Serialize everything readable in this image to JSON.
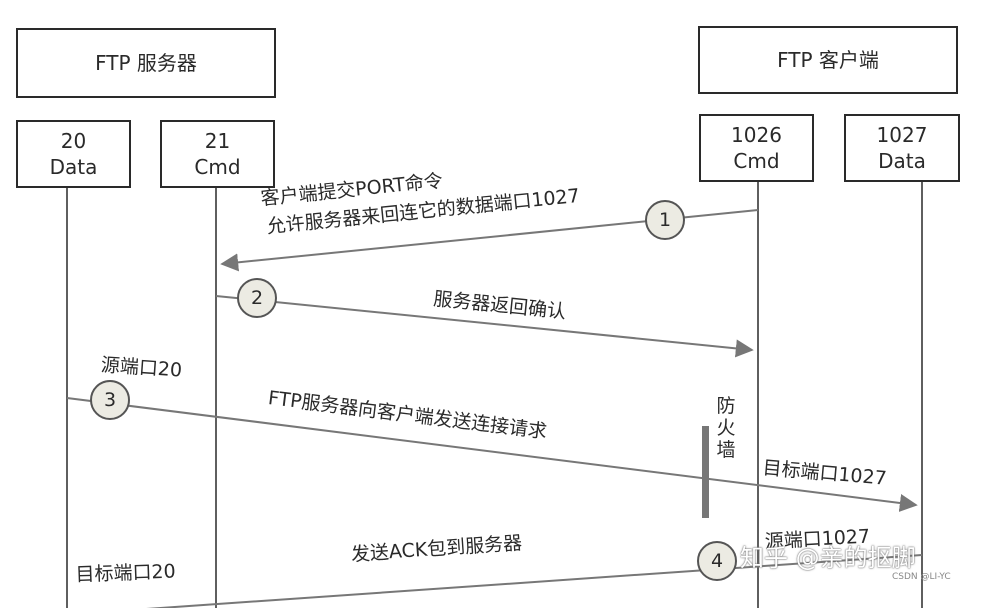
{
  "groups": {
    "server": "FTP 服务器",
    "client": "FTP 客户端"
  },
  "ports": {
    "server_data": {
      "number": "20",
      "role": "Data"
    },
    "server_cmd": {
      "number": "21",
      "role": "Cmd"
    },
    "client_cmd": {
      "number": "1026",
      "role": "Cmd"
    },
    "client_data": {
      "number": "1027",
      "role": "Data"
    }
  },
  "steps": [
    {
      "num": "1",
      "lines": [
        "客户端提交PORT命令",
        "允许服务器来回连它的数据端口1027"
      ]
    },
    {
      "num": "2",
      "lines": [
        "服务器返回确认"
      ]
    },
    {
      "num": "3",
      "lines": [
        "FTP服务器向客户端发送连接请求"
      ]
    },
    {
      "num": "4",
      "lines": [
        "发送ACK包到服务器"
      ]
    }
  ],
  "port_labels": {
    "src_20": "源端口20",
    "dst_1027": "目标端口1027",
    "src_1027": "源端口1027",
    "dst_20": "目标端口20"
  },
  "firewall": [
    "防",
    "火",
    "墙"
  ],
  "watermark": {
    "main": "知乎 @亲的抠脚",
    "sub": "CSDN @LI-YC"
  },
  "colors": {
    "line": "#2a2a2a",
    "arrow": "#777777",
    "circle_fill": "#ecebe3",
    "firewall": "#777777"
  }
}
